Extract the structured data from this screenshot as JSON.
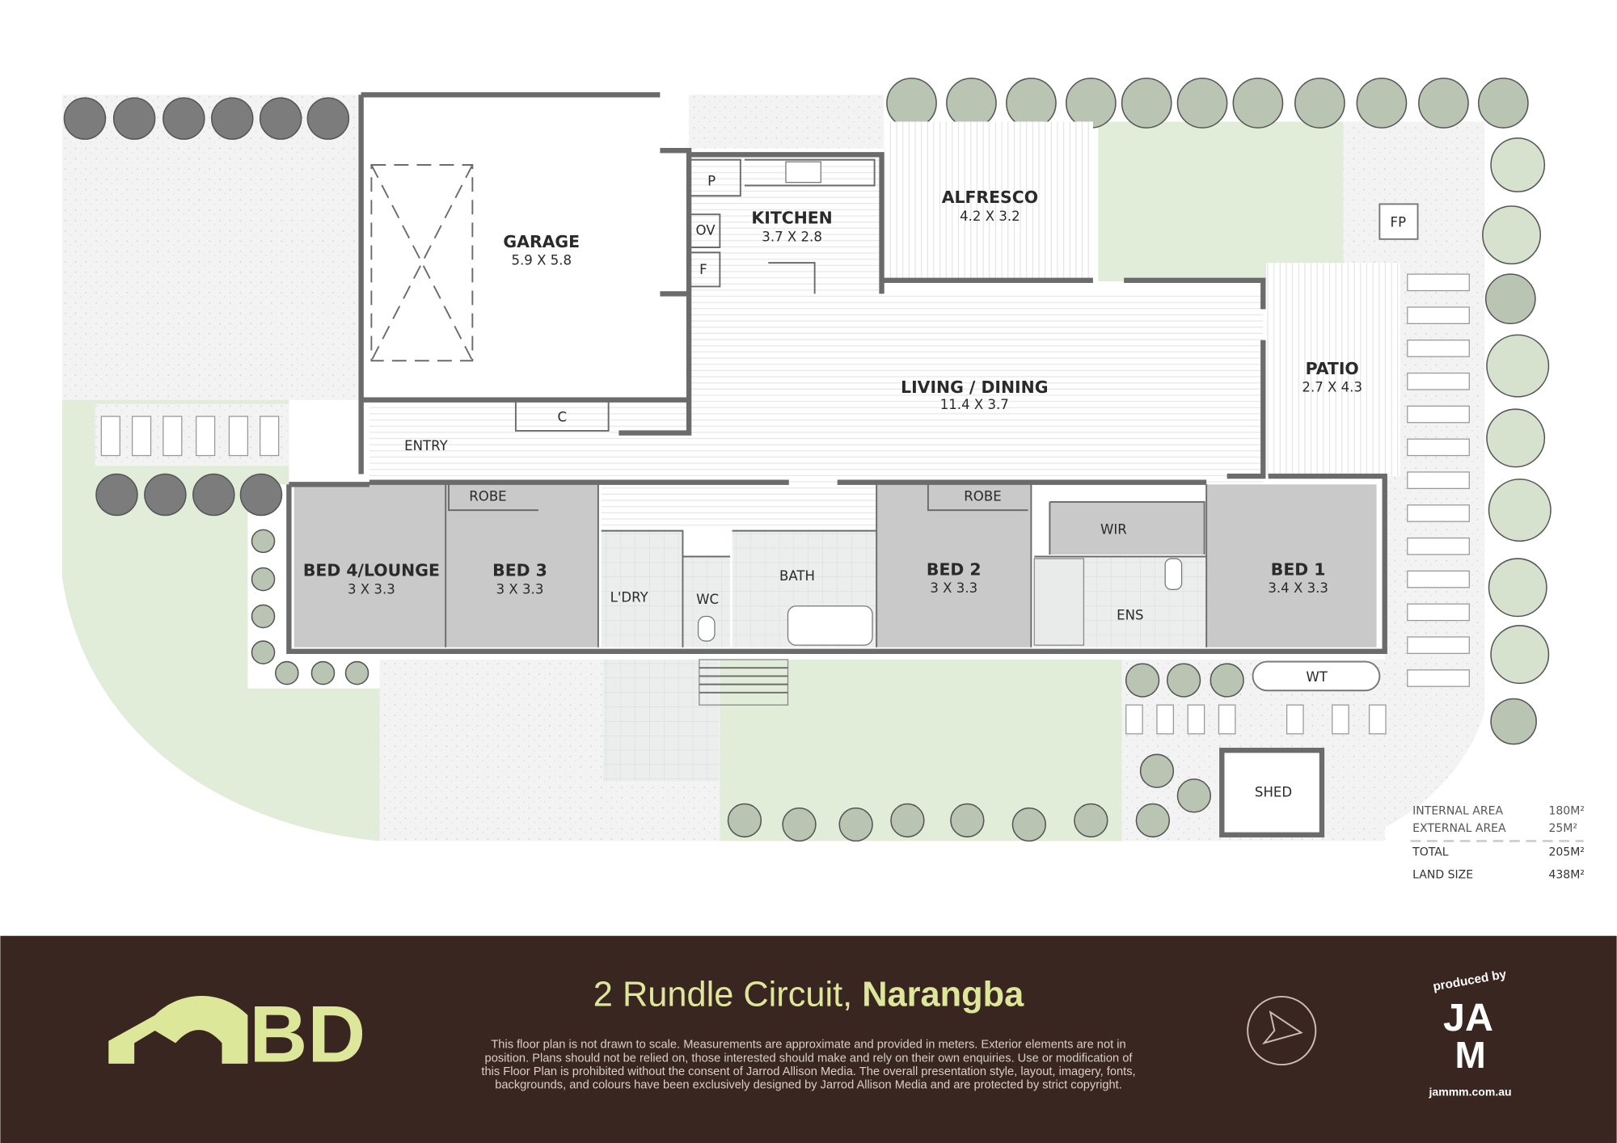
{
  "rooms": {
    "garage": {
      "name": "GARAGE",
      "size": "5.9 X 5.8"
    },
    "kitchen": {
      "name": "KITCHEN",
      "size": "3.7 X 2.8"
    },
    "alfresco": {
      "name": "ALFRESCO",
      "size": "4.2 X 3.2"
    },
    "living": {
      "name": "LIVING / DINING",
      "size": "11.4 X 3.7"
    },
    "patio": {
      "name": "PATIO",
      "size": "2.7 X 4.3"
    },
    "bed4": {
      "name": "BED 4/LOUNGE",
      "size": "3 X 3.3"
    },
    "bed3": {
      "name": "BED 3",
      "size": "3 X 3.3"
    },
    "bed2": {
      "name": "BED 2",
      "size": "3 X 3.3"
    },
    "bed1": {
      "name": "BED 1",
      "size": "3.4 X 3.3"
    }
  },
  "small_labels": {
    "pantry": "P",
    "oven": "OV",
    "fridge": "F",
    "closet": "C",
    "entry": "ENTRY",
    "robe_left": "ROBE",
    "robe_right": "ROBE",
    "laundry": "L'DRY",
    "wc": "WC",
    "bath": "BATH",
    "wir": "WIR",
    "ensuite": "ENS",
    "water_tank": "WT",
    "shed": "SHED",
    "fireplace": "FP"
  },
  "areas": [
    {
      "label": "INTERNAL AREA",
      "value": "180M²"
    },
    {
      "label": "EXTERNAL AREA",
      "value": "25M²"
    },
    {
      "label": "TOTAL",
      "value": "205M²"
    },
    {
      "label": "LAND SIZE",
      "value": "438M²"
    }
  ],
  "footer": {
    "address_street": "2 Rundle Circuit,",
    "address_suburb": "Narangba",
    "disclaimer": [
      "This floor plan is not drawn to scale. Measurements are approximate and provided in meters. Exterior elements are not in",
      "position. Plans should not be relied on, those interested should make and rely on their own enquiries. Use or modification of",
      "this Floor Plan is prohibited without the consent of Jarrod Allison Media. The overall presentation style, layout, imagery, fonts,",
      "backgrounds, and colours have been exclusively designed by Jarrod Allison Media and are protected by strict copyright."
    ],
    "agency_logo": "BD",
    "producer_logo": "produced by JAM",
    "producer_url": "jammm.com.au",
    "compass_icon": "north-arrow-icon"
  },
  "colors": {
    "footer_bg": "#3a2620",
    "accent": "#dde79a",
    "garden": "#e2edd9",
    "room_grey": "#c9c9c9",
    "wall": "#6b6b6b"
  }
}
